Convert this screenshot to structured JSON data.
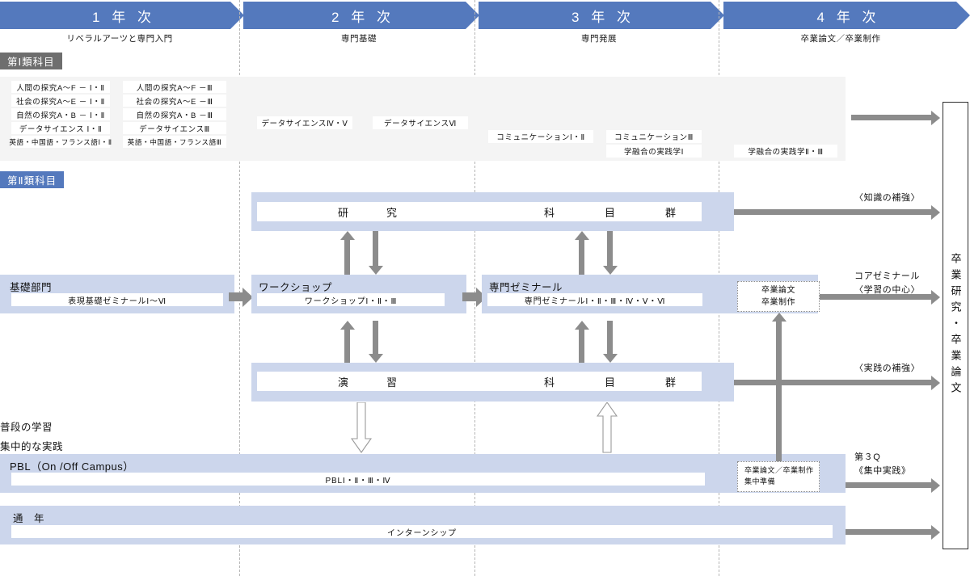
{
  "theme": {
    "header_blue": "#5479bd",
    "band_blue": "#ccd6ec",
    "badge_gray": "#6e6e6e",
    "panel_gray": "#f4f4f4",
    "arrow_gray": "#8c8c8c"
  },
  "years": [
    {
      "title": "1  年  次",
      "subtitle": "リベラルアーツと専門入門"
    },
    {
      "title": "2  年  次",
      "subtitle": "専門基礎"
    },
    {
      "title": "3  年  次",
      "subtitle": "専門発展"
    },
    {
      "title": "4  年  次",
      "subtitle": "卒業論文／卒業制作"
    }
  ],
  "categories": {
    "first": "第Ⅰ類科目",
    "second": "第Ⅱ類科目"
  },
  "category1_courses": {
    "year1_col1": [
      "人間の探究A〜F － Ⅰ・Ⅱ",
      "社会の探究A〜E － Ⅰ・Ⅱ",
      "自然の探究A・B － Ⅰ・Ⅱ",
      "データサイエンス Ⅰ・Ⅱ",
      "英語・中国語・フランス語Ⅰ・Ⅱ"
    ],
    "year1_col2": [
      "人間の探究A〜F －Ⅲ",
      "社会の探究A〜E －Ⅲ",
      "自然の探究A・B －Ⅲ",
      "データサイエンスⅢ",
      "英語・中国語・フランス語Ⅲ"
    ],
    "year2": [
      "データサイエンスⅣ・Ⅴ",
      "データサイエンスⅥ"
    ],
    "year3": [
      "コミュニケーションⅠ・Ⅱ",
      "コミュニケーションⅢ",
      "学融合の実践学Ⅰ"
    ],
    "year4": [
      "学融合の実践学Ⅱ・Ⅲ"
    ]
  },
  "bands": {
    "research": {
      "label_a": "研　　究",
      "label_b": "科　　目　　群"
    },
    "exercise": {
      "label_a": "演　　習",
      "label_b": "科　　目　　群"
    },
    "basic": {
      "title": "基礎部門",
      "course": "表現基礎ゼミナールⅠ〜Ⅵ"
    },
    "workshop": {
      "title": "ワークショップ",
      "course": "ワークショップⅠ・Ⅱ・Ⅲ"
    },
    "seminar": {
      "title": "専門ゼミナール",
      "course": "専門ゼミナールⅠ・Ⅱ・Ⅲ・Ⅳ・Ⅴ・Ⅵ"
    },
    "pbl": {
      "title": "PBL（On /Off Campus）",
      "course": "PBLⅠ・Ⅱ・Ⅲ・Ⅳ"
    },
    "internship": {
      "title": "通　年",
      "course": "インターンシップ"
    }
  },
  "thesis_boxes": {
    "main": {
      "line1": "卒業論文",
      "line2": "卒業制作"
    },
    "prep": {
      "line1": "卒業論文／卒業制作",
      "line2": "集中準備"
    }
  },
  "left_notes": {
    "daily": "普段の学習",
    "intensive": "集中的な実践"
  },
  "right_notes": {
    "knowledge": "〈知識の補強〉",
    "core_line1": "コアゼミナール",
    "core_line2": "〈学習の中心〉",
    "practice": "〈実践の補強〉",
    "q3_line1": "第３Q",
    "q3_line2": "《集中実践》"
  },
  "final_box": "卒業研究・卒業論文"
}
